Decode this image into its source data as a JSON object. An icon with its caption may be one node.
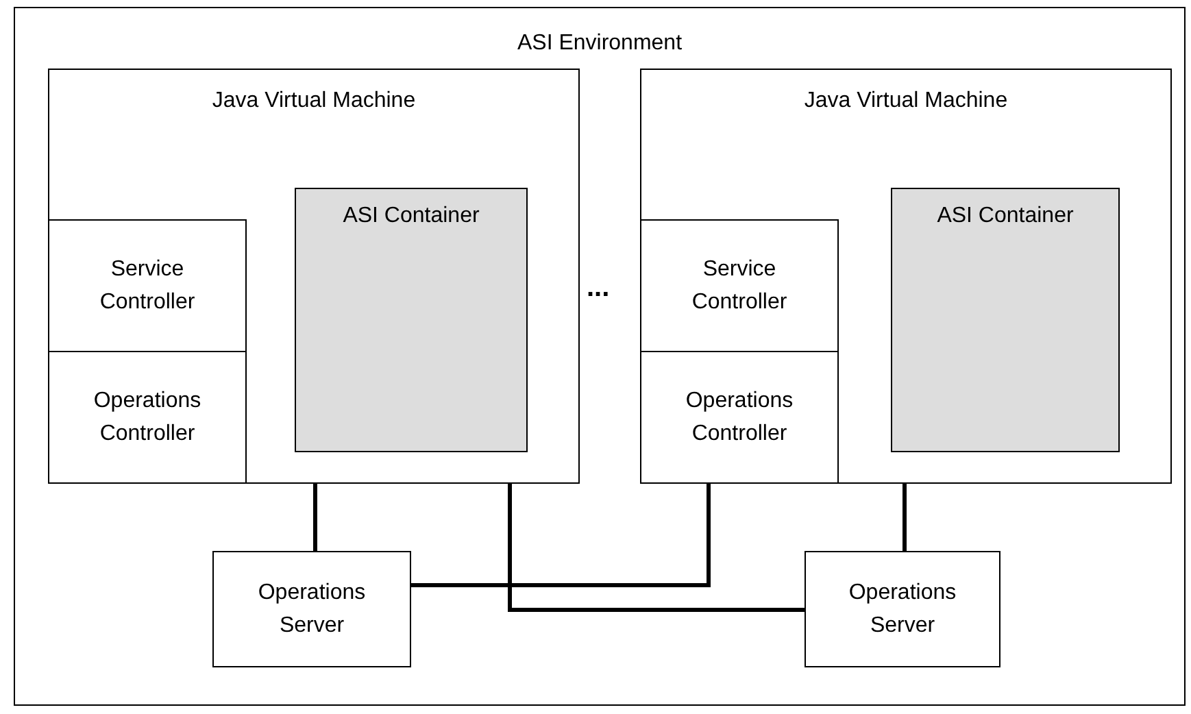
{
  "diagram": {
    "nodes": [
      {
        "text": [
          "ASI Environment"
        ]
      },
      {
        "text": [
          "Java Virtual Machine"
        ],
        "in": 0
      },
      {
        "text": [
          "Service Controller"
        ],
        "in": 1
      },
      {
        "text": [
          "Operations Controller"
        ],
        "in": 1
      },
      {
        "text": [
          "ASI Container"
        ],
        "in": 1
      },
      {
        "text": [
          "Java Virtual Machine"
        ],
        "in": 0
      },
      {
        "text": [
          "Service Controller"
        ],
        "in": 5
      },
      {
        "text": [
          "Operations Controller"
        ],
        "in": 5
      },
      {
        "text": [
          "ASI Container"
        ],
        "in": 5
      },
      {
        "text": [
          "Operations Server"
        ],
        "in": 0
      },
      {
        "text": [
          "Operations Server"
        ],
        "in": 0
      }
    ],
    "edges": [
      {
        "from": 1,
        "to": 9,
        "arrow": "none"
      },
      {
        "from": 1,
        "to": 10,
        "arrow": "none"
      },
      {
        "from": 5,
        "to": 9,
        "arrow": "none"
      },
      {
        "from": 5,
        "to": 10,
        "arrow": "none"
      }
    ],
    "labels": [
      "..."
    ]
  }
}
